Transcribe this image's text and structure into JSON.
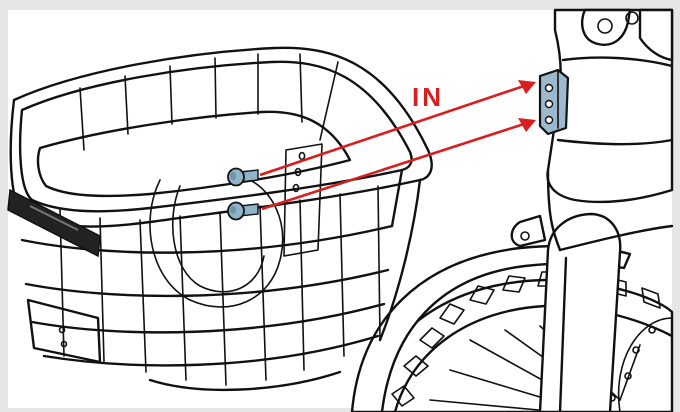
{
  "annotation": {
    "label": "IN",
    "color": "#d81e1e"
  },
  "colors": {
    "background": "#e6e6e6",
    "line": "#111111",
    "bolt": "#8fb3c7",
    "bracket": "#9db9cc"
  },
  "parts": [
    "basket",
    "bracket",
    "bolt",
    "bolt",
    "front-wheel",
    "fork"
  ]
}
